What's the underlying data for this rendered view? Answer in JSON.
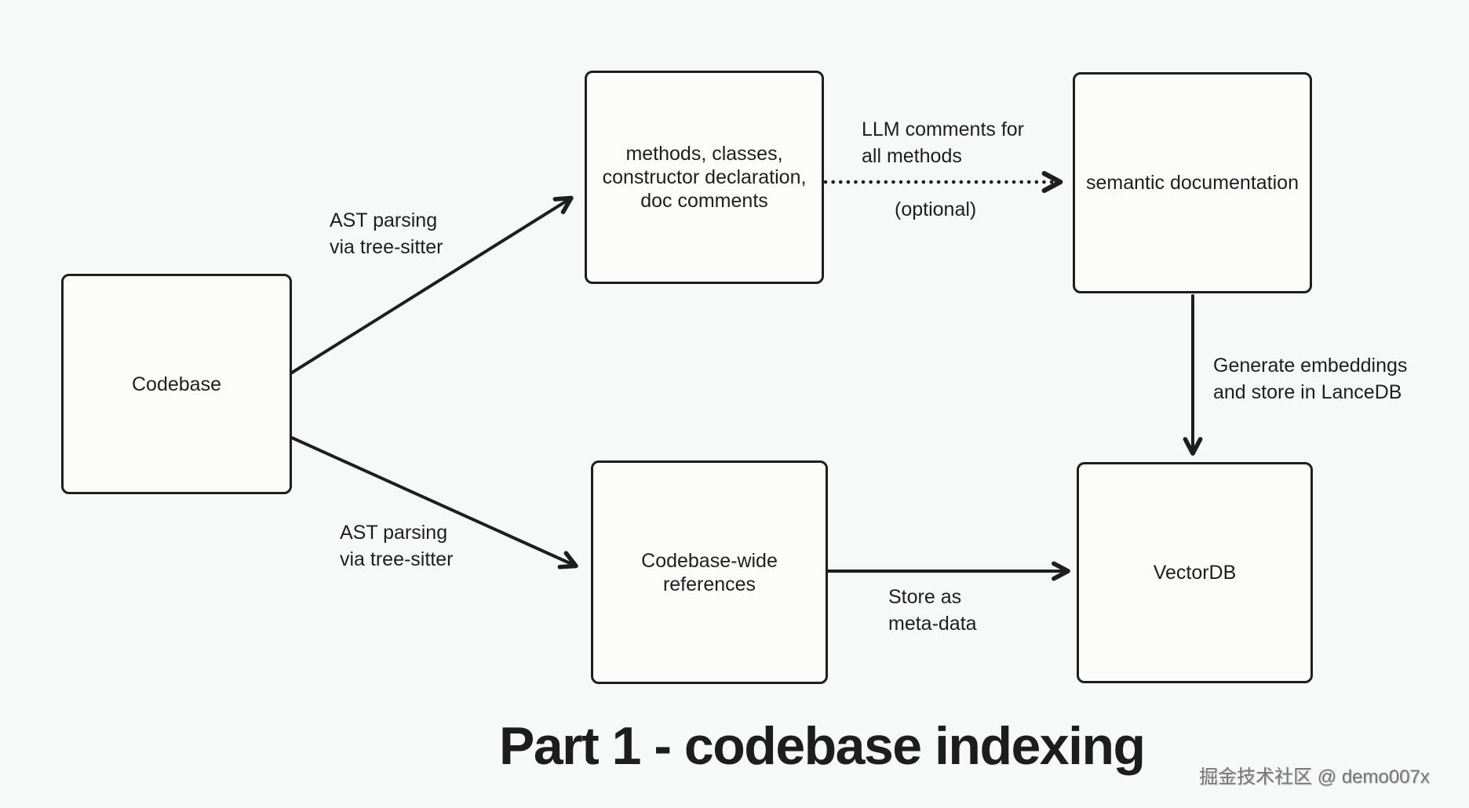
{
  "canvas": {
    "background_color": "#f7f8f8",
    "ink_color": "#1e1e1e",
    "box_fill_color": "#fcfcfb"
  },
  "nodes": {
    "codebase": {
      "label": "Codebase"
    },
    "methods": {
      "line1": "methods, classes,",
      "line2": "constructor declaration,",
      "line3": "doc comments"
    },
    "semantic_doc": {
      "label": "semantic documentation"
    },
    "references": {
      "line1": "Codebase-wide",
      "line2": "references"
    },
    "vectordb": {
      "label": "VectorDB"
    }
  },
  "edge_labels": {
    "ast_top": {
      "line1": "AST parsing",
      "line2": "via tree-sitter"
    },
    "ast_bottom": {
      "line1": "AST parsing",
      "line2": "via tree-sitter"
    },
    "llm": {
      "line1": "LLM comments for",
      "line2": "all methods",
      "note": "(optional)"
    },
    "generate": {
      "line1": "Generate embeddings",
      "line2": "and store in LanceDB"
    },
    "store": {
      "line1": "Store as",
      "line2": "meta-data"
    }
  },
  "title": "Part 1 - codebase indexing",
  "watermark": "掘金技术社区 @ demo007x"
}
